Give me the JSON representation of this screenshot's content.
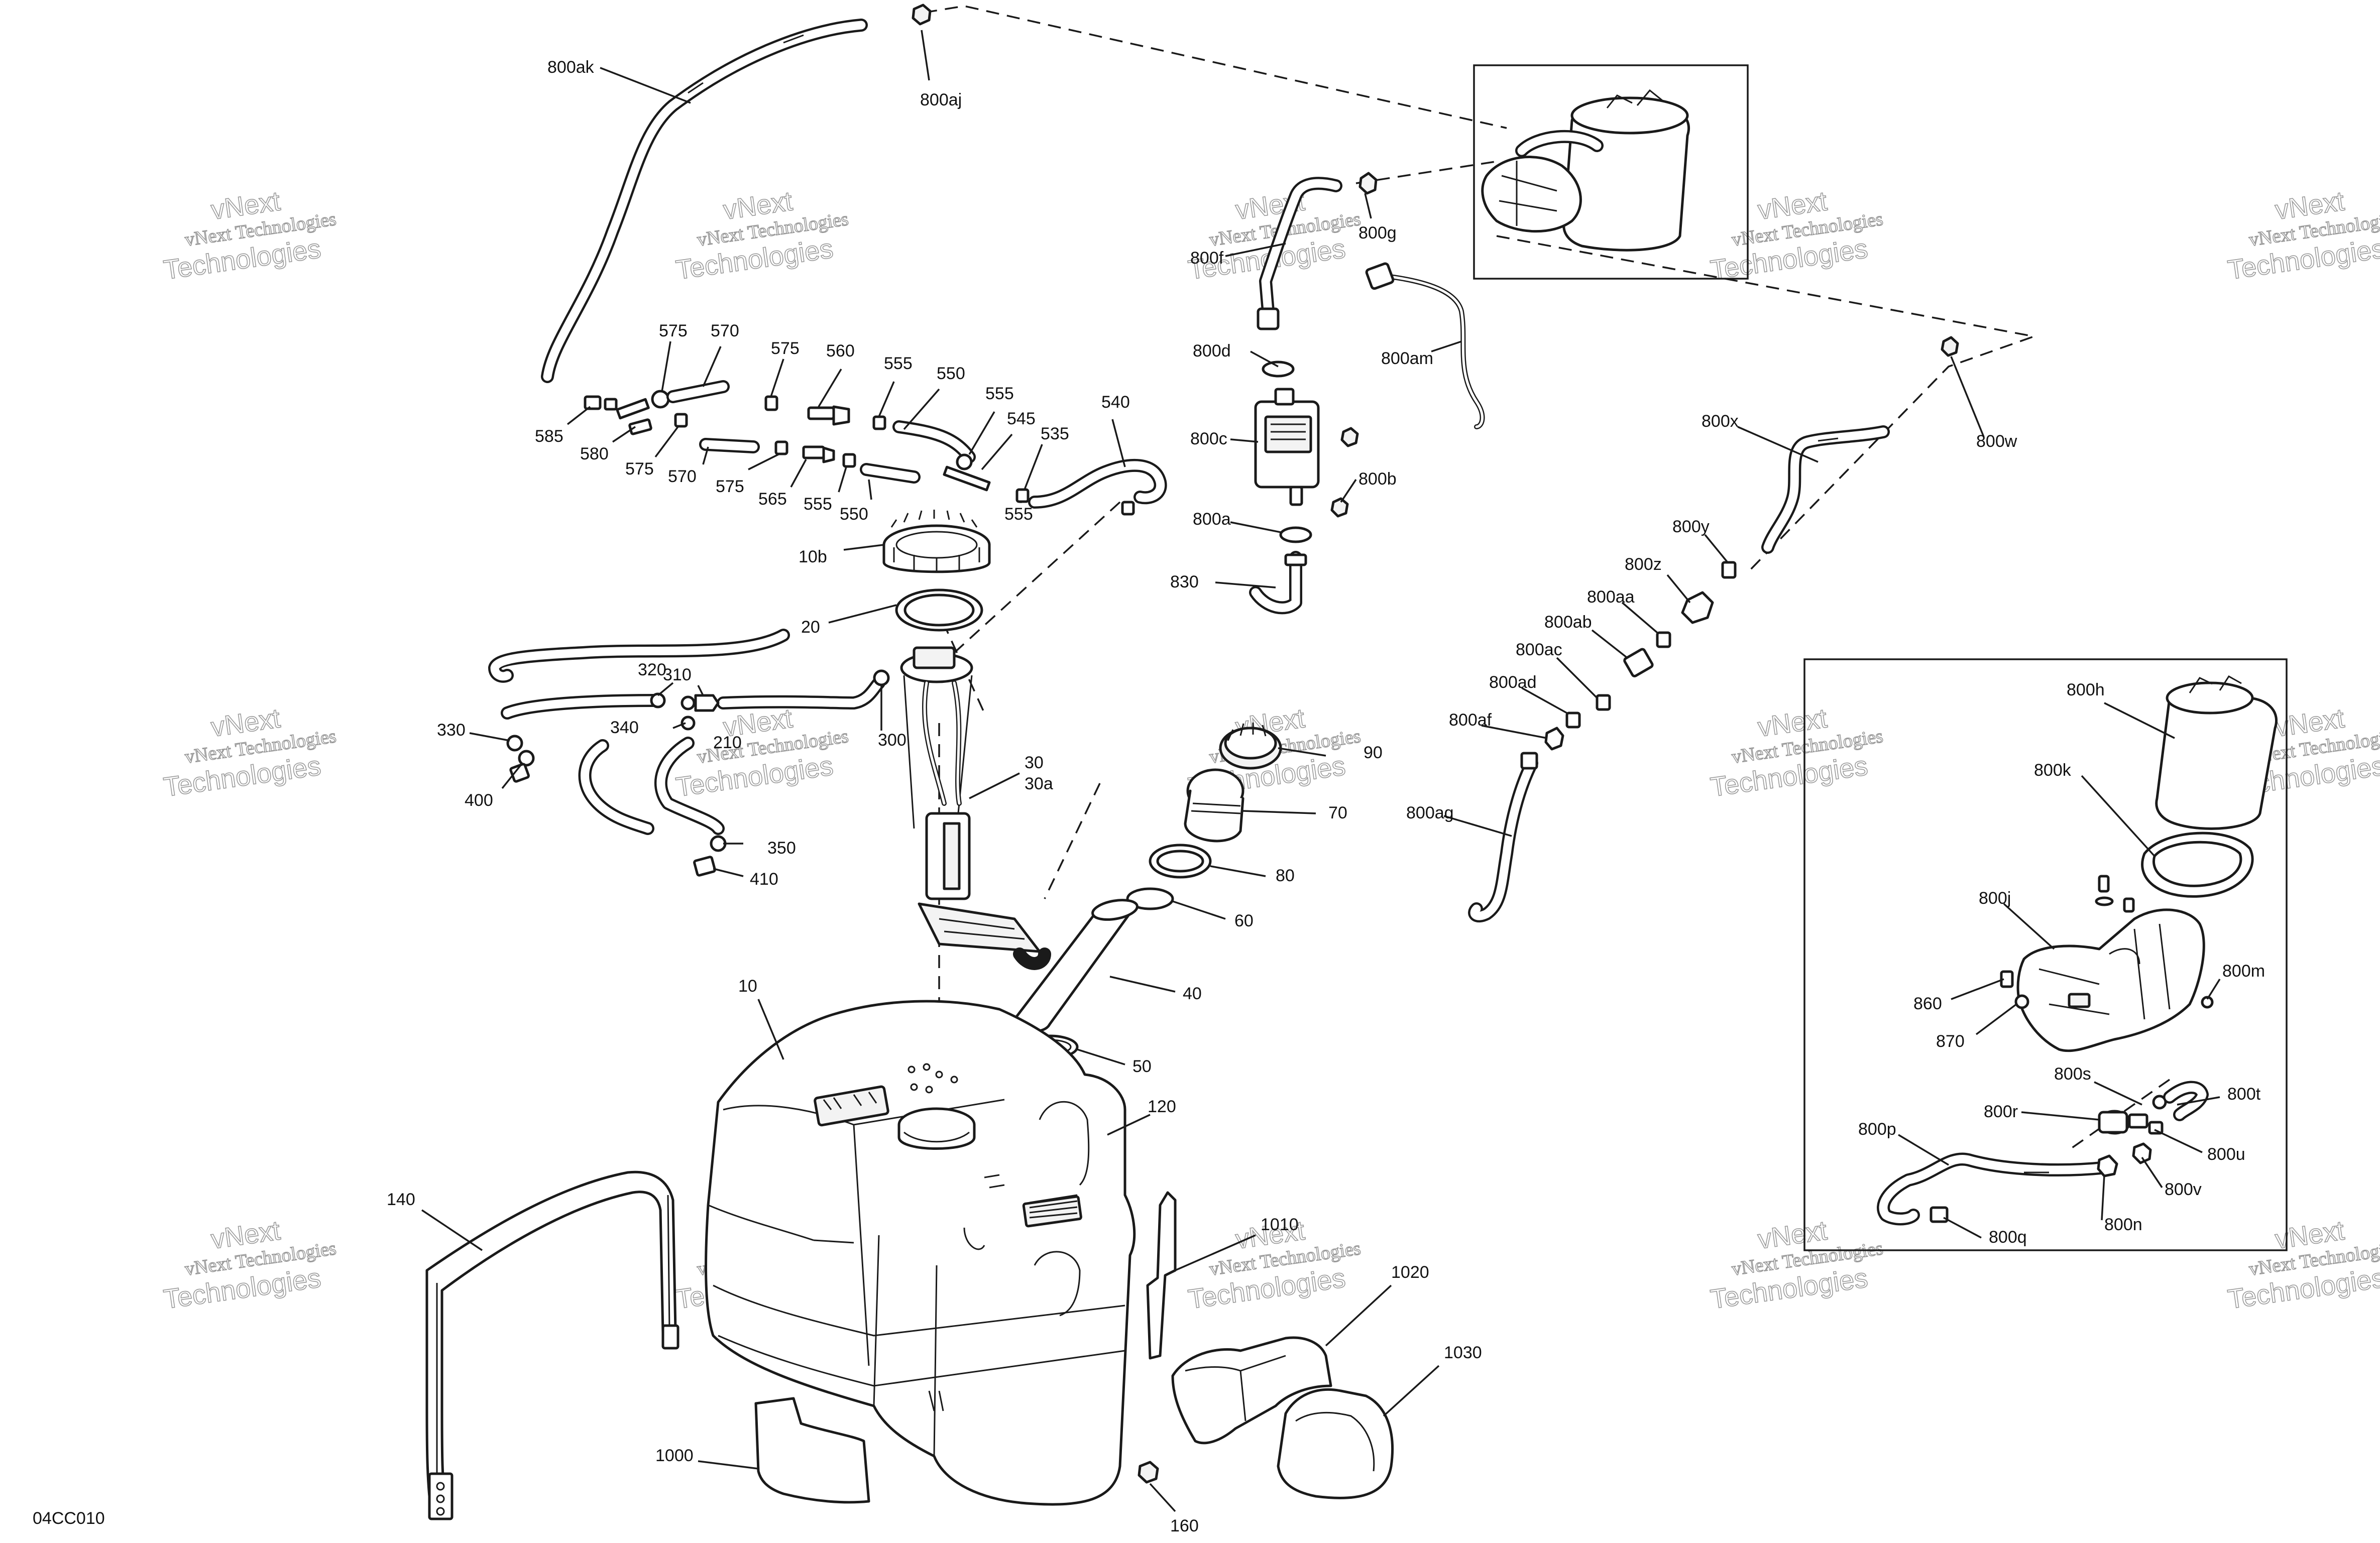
{
  "diagram": {
    "code": "04CC010",
    "watermark": {
      "line1": "vNext Technologies",
      "line2": "Technologies",
      "line3": "vNext"
    },
    "callouts": [
      {
        "id": "800ak",
        "text": "800ak"
      },
      {
        "id": "800aj",
        "text": "800aj"
      },
      {
        "id": "800g",
        "text": "800g"
      },
      {
        "id": "800f",
        "text": "800f"
      },
      {
        "id": "800d",
        "text": "800d"
      },
      {
        "id": "800am",
        "text": "800am"
      },
      {
        "id": "800c",
        "text": "800c"
      },
      {
        "id": "800b",
        "text": "800b"
      },
      {
        "id": "800a",
        "text": "800a"
      },
      {
        "id": "830",
        "text": "830"
      },
      {
        "id": "800x",
        "text": "800x"
      },
      {
        "id": "800w",
        "text": "800w"
      },
      {
        "id": "800y",
        "text": "800y"
      },
      {
        "id": "800z",
        "text": "800z"
      },
      {
        "id": "800aa",
        "text": "800aa"
      },
      {
        "id": "800ab",
        "text": "800ab"
      },
      {
        "id": "800ac",
        "text": "800ac"
      },
      {
        "id": "800ad",
        "text": "800ad"
      },
      {
        "id": "800af",
        "text": "800af"
      },
      {
        "id": "800ag",
        "text": "800ag"
      },
      {
        "id": "575a",
        "text": "575"
      },
      {
        "id": "570a",
        "text": "570"
      },
      {
        "id": "575b",
        "text": "575"
      },
      {
        "id": "560",
        "text": "560"
      },
      {
        "id": "555a",
        "text": "555"
      },
      {
        "id": "550a",
        "text": "550"
      },
      {
        "id": "555b",
        "text": "555"
      },
      {
        "id": "545",
        "text": "545"
      },
      {
        "id": "535",
        "text": "535"
      },
      {
        "id": "540",
        "text": "540"
      },
      {
        "id": "585",
        "text": "585"
      },
      {
        "id": "580",
        "text": "580"
      },
      {
        "id": "575c",
        "text": "575"
      },
      {
        "id": "570b",
        "text": "570"
      },
      {
        "id": "575d",
        "text": "575"
      },
      {
        "id": "565",
        "text": "565"
      },
      {
        "id": "555c",
        "text": "555"
      },
      {
        "id": "550b",
        "text": "550"
      },
      {
        "id": "555d",
        "text": "555"
      },
      {
        "id": "10b",
        "text": "10b"
      },
      {
        "id": "20",
        "text": "20"
      },
      {
        "id": "320",
        "text": "320"
      },
      {
        "id": "310",
        "text": "310"
      },
      {
        "id": "330",
        "text": "330"
      },
      {
        "id": "340",
        "text": "340"
      },
      {
        "id": "210",
        "text": "210"
      },
      {
        "id": "300",
        "text": "300"
      },
      {
        "id": "400",
        "text": "400"
      },
      {
        "id": "350",
        "text": "350"
      },
      {
        "id": "410",
        "text": "410"
      },
      {
        "id": "30",
        "text": "30"
      },
      {
        "id": "30a",
        "text": "30a"
      },
      {
        "id": "90",
        "text": "90"
      },
      {
        "id": "70",
        "text": "70"
      },
      {
        "id": "80",
        "text": "80"
      },
      {
        "id": "60",
        "text": "60"
      },
      {
        "id": "40",
        "text": "40"
      },
      {
        "id": "50",
        "text": "50"
      },
      {
        "id": "10",
        "text": "10"
      },
      {
        "id": "120",
        "text": "120"
      },
      {
        "id": "140",
        "text": "140"
      },
      {
        "id": "1010",
        "text": "1010"
      },
      {
        "id": "1020",
        "text": "1020"
      },
      {
        "id": "1030",
        "text": "1030"
      },
      {
        "id": "1000",
        "text": "1000"
      },
      {
        "id": "160",
        "text": "160"
      },
      {
        "id": "800h",
        "text": "800h"
      },
      {
        "id": "800k",
        "text": "800k"
      },
      {
        "id": "800j",
        "text": "800j"
      },
      {
        "id": "800m",
        "text": "800m"
      },
      {
        "id": "860",
        "text": "860"
      },
      {
        "id": "870",
        "text": "870"
      },
      {
        "id": "800s",
        "text": "800s"
      },
      {
        "id": "800t",
        "text": "800t"
      },
      {
        "id": "800r",
        "text": "800r"
      },
      {
        "id": "800u",
        "text": "800u"
      },
      {
        "id": "800p",
        "text": "800p"
      },
      {
        "id": "800v",
        "text": "800v"
      },
      {
        "id": "800n",
        "text": "800n"
      },
      {
        "id": "800q",
        "text": "800q"
      }
    ]
  }
}
